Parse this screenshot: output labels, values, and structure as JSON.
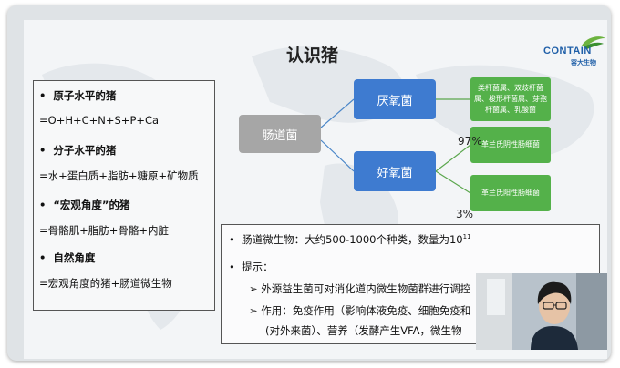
{
  "slide": {
    "title": "认识猪",
    "logo": {
      "text": "CONTAIN",
      "sub": "容大生物"
    },
    "left_box": {
      "items": [
        {
          "heading": "原子水平的猪",
          "bullet": "•",
          "detail": "=O+H+C+N+S+P+Ca"
        },
        {
          "heading": "分子水平的猪",
          "bullet": "•",
          "detail": "=水+蛋白质+脂肪+糖原+矿物质"
        },
        {
          "heading": "“宏观角度”的猪",
          "bullet": "•",
          "detail": "=骨骼肌+脂肪+骨骼+内脏"
        },
        {
          "heading": "自然角度",
          "bullet": "•",
          "detail": "=宏观角度的猪+肠道微生物"
        }
      ]
    },
    "diagram": {
      "root": "肠道菌",
      "anaerobic": "厌氧菌",
      "aerobic": "好氧菌",
      "anaerobic_types": "类杆菌属、双歧杆菌属、梭形杆菌属、芽孢杆菌属、乳酸菌",
      "aerobic_neg": "革兰氏阴性肠细菌",
      "aerobic_pos": "革兰氏阳性肠细菌",
      "pct_high": "97%",
      "pct_low": "3%"
    },
    "bottom_box": {
      "line1_prefix": "肠道微生物：大约500-1000个种类，数量为10",
      "line1_sup": "11",
      "line2": "提示：",
      "line3": "外源益生菌可对消化道内微生物菌群进行调控",
      "line4": "作用：免疫作用（影响体液免疫、细胞免疫和",
      "line5": "(对外来菌）、营养（发酵产生VFA，微生物"
    },
    "colors": {
      "blue_node": "#3e7bd0",
      "green_node": "#54b14a",
      "gray_node": "#a6a6a6"
    }
  }
}
